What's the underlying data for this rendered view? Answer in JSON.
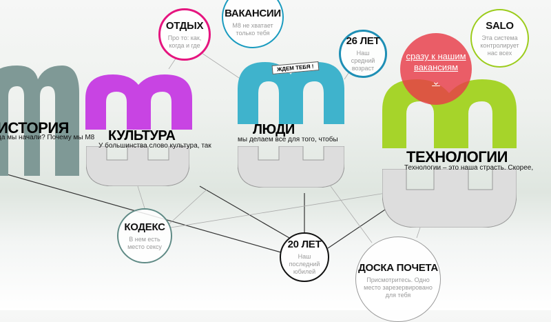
{
  "sections": [
    {
      "title": "ИСТОРИЯ",
      "subtitle": "да мы начали? Почему мы М8",
      "color": "#7f9996"
    },
    {
      "title": "КУЛЬТУРА",
      "subtitle": "У большинства слово культура, так",
      "color": "#c844e3"
    },
    {
      "title": "ЛЮДИ",
      "subtitle": "мы делаем все для того, чтобы",
      "color": "#3fb3cc",
      "banner": "ЖДЕМ ТЕБЯ !"
    },
    {
      "title": "ТЕХНОЛОГИИ",
      "subtitle": "Технологии – это наша страсть. Скорее,",
      "color": "#a6d42a"
    }
  ],
  "bubbles": {
    "otdyh": {
      "title": "ОТДЫХ",
      "text": "Про то: как, когда и где",
      "color": "#e5157f"
    },
    "vakansii": {
      "title": "ВАКАНСИИ",
      "text": "М8 не хватает только тебя",
      "color": "#1a9bbf"
    },
    "age26": {
      "title": "26 ЛЕТ",
      "text": "Наш средний возраст",
      "color": "#1e8fb5"
    },
    "salo": {
      "title": "SALO",
      "text": "Эта система контролирует нас всех",
      "color": "#9ccc1c"
    },
    "kodeks": {
      "title": "КОДЕКС",
      "text": "В нем есть место сексу",
      "color": "#5f8a85"
    },
    "years20": {
      "title": "20 ЛЕТ",
      "text": "Наш последний юбилей",
      "color": "#111111"
    },
    "doska": {
      "title": "ДОСКА ПОЧЕТА",
      "text": "Присмотритесь. Одно место зарезервировано для тебя",
      "color": "#999999"
    }
  },
  "cta": {
    "line1": "сразу к нашим",
    "line2": "вакансиям",
    "color": "#e83c48"
  }
}
